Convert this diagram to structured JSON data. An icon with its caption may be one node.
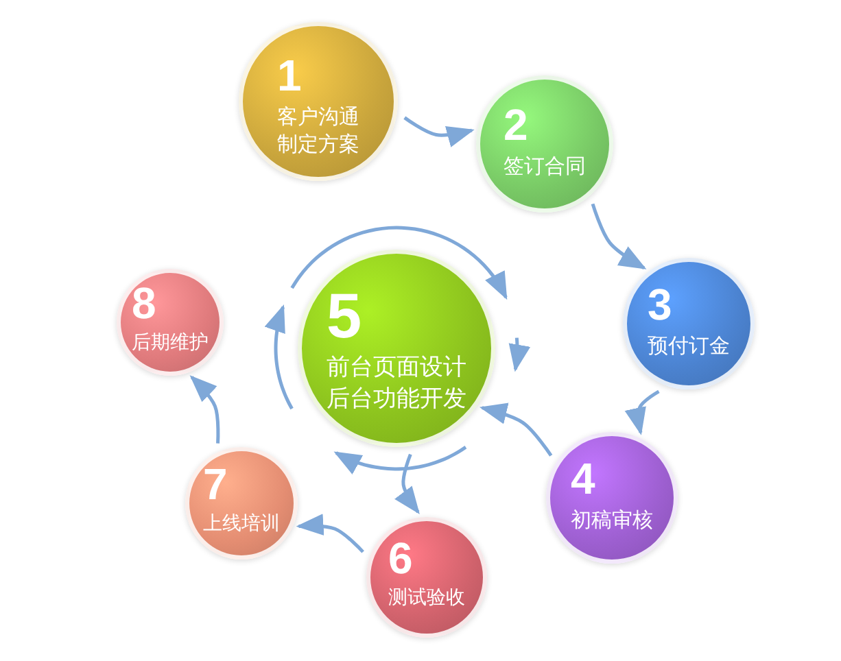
{
  "diagram": {
    "nodes": [
      {
        "text": [
          "1",
          "客户沟通制定方案"
        ]
      },
      {
        "text": [
          "2",
          "签订合同"
        ]
      },
      {
        "text": [
          "3",
          "预付订金"
        ]
      },
      {
        "text": [
          "4",
          "初稿审核"
        ]
      },
      {
        "text": [
          "5",
          "前台页面设计后台功能开发"
        ]
      },
      {
        "text": [
          "6",
          "测试验收"
        ]
      },
      {
        "text": [
          "7",
          "上线培训"
        ]
      },
      {
        "text": [
          "8",
          "后期维护"
        ]
      }
    ],
    "edges": [
      {
        "from": 0,
        "to": 1,
        "arrow": "to"
      },
      {
        "from": 1,
        "to": 2,
        "arrow": "to"
      },
      {
        "from": 2,
        "to": 3,
        "arrow": "to"
      },
      {
        "from": 3,
        "to": 4,
        "arrow": "to"
      },
      {
        "from": 4,
        "to": 5,
        "arrow": "to"
      },
      {
        "from": 5,
        "to": 6,
        "arrow": "to"
      },
      {
        "from": 6,
        "to": 7,
        "arrow": "to"
      }
    ]
  }
}
